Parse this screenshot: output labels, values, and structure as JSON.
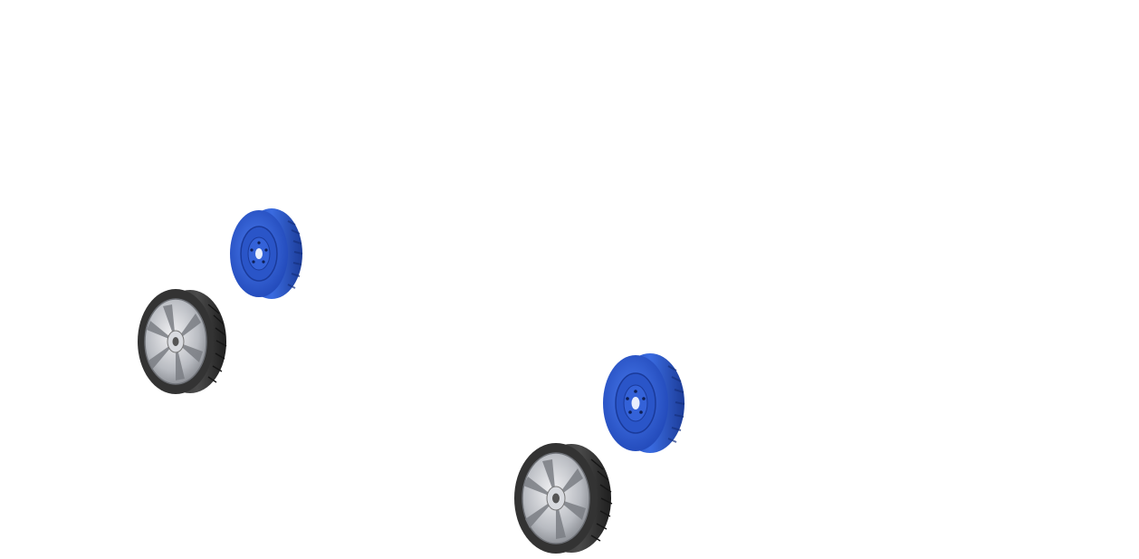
{
  "scene": {
    "background": "#ffffff",
    "objects": [
      {
        "id": "blue-wheel-1",
        "kind": "blue-wheel-icon",
        "color": "#2f5fd6"
      },
      {
        "id": "black-wheel-1",
        "kind": "alloy-wheel-icon",
        "color": "#3a3a3a"
      },
      {
        "id": "blue-wheel-2",
        "kind": "blue-wheel-icon",
        "color": "#2f5fd6"
      },
      {
        "id": "black-wheel-2",
        "kind": "alloy-wheel-icon",
        "color": "#3a3a3a"
      }
    ]
  }
}
